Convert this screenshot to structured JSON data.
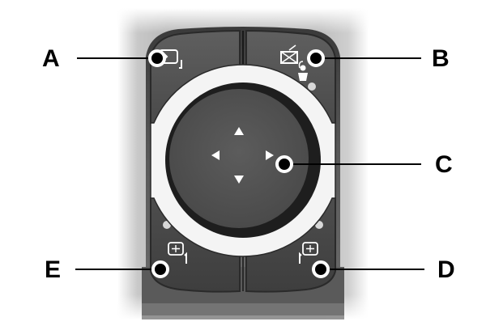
{
  "diagram": {
    "subject": "Multi-function control pad",
    "callouts": [
      {
        "id": "A",
        "label": "A",
        "target": "top-left-button",
        "icon": "return-icon"
      },
      {
        "id": "B",
        "label": "B",
        "target": "top-right-button",
        "icon": "email-child-lock-icon"
      },
      {
        "id": "C",
        "label": "C",
        "target": "center-directional-pad",
        "icon": "directional-arrows"
      },
      {
        "id": "D",
        "label": "D",
        "target": "bottom-right-button",
        "icon": "right-display-cursor-icon"
      },
      {
        "id": "E",
        "label": "E",
        "target": "bottom-left-button",
        "icon": "left-display-cursor-icon"
      }
    ],
    "arrows": {
      "up": "▲",
      "down": "▼",
      "left": "◀",
      "right": "▶"
    },
    "colors": {
      "background": "#ffffff",
      "housing": "#8a8a8a",
      "button": "#4a4a4a",
      "ring": "#f2f2f2",
      "dpad": "#555555",
      "callout": "#000000"
    }
  }
}
